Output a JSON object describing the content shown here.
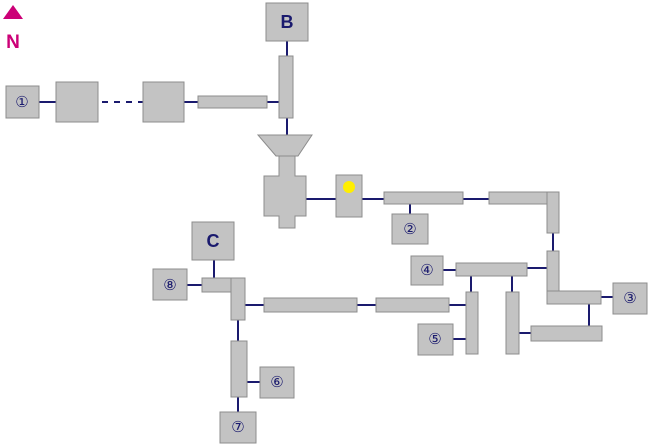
{
  "compass": {
    "label": "N",
    "color": "#cc0077"
  },
  "markers": {
    "b": "B",
    "c": "C",
    "m1": "①",
    "m2": "②",
    "m3": "③",
    "m4": "④",
    "m5": "⑤",
    "m6": "⑥",
    "m7": "⑦",
    "m8": "⑧"
  },
  "current_position_color": "#ffee00"
}
